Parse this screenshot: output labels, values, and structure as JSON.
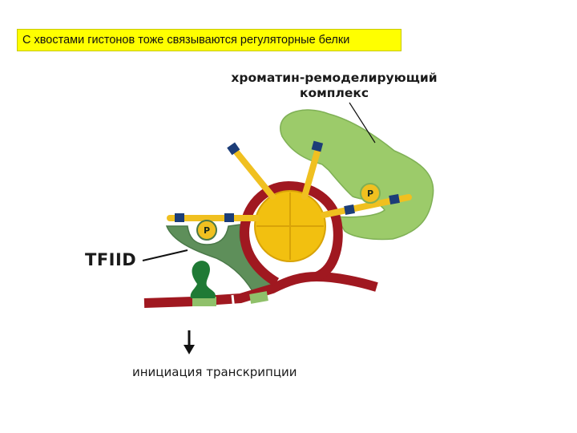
{
  "title": "С хвостами гистонов тоже связываются регуляторные белки",
  "labels": {
    "complex_line1": "хроматин-ремоделирующий",
    "complex_line2": "комплекс",
    "tfiid": "TFIID",
    "initiation": "инициация транскрипции"
  },
  "phospho_label": "P",
  "colors": {
    "title_bg": "#ffff00",
    "remodeler": "#9ccb6a",
    "tfiid": "#5e8f5a",
    "dna": "#a01820",
    "histone": "#f2c010",
    "tail": "#f0c020",
    "mark": "#1c3d78",
    "tbp": "#1f7a35"
  }
}
